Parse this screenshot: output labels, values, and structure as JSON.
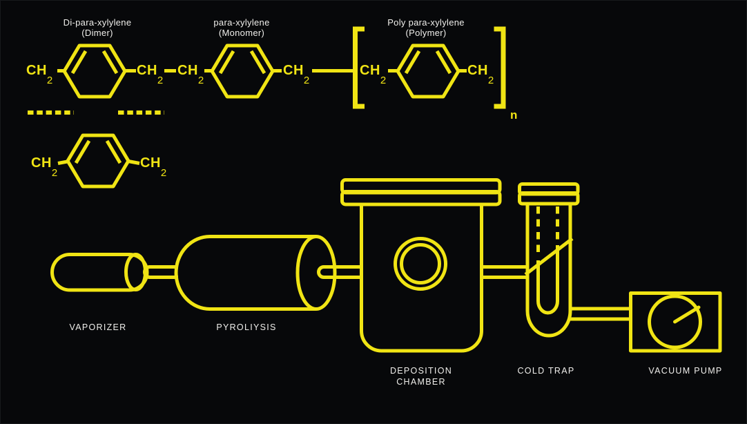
{
  "colors": {
    "bg": "#07080a",
    "accent": "#f0e414",
    "label": "#f0efec"
  },
  "molecules": {
    "formula_group": {
      "main": "CH",
      "sub": "2"
    },
    "dimer": {
      "title": "Di-para-xylylene",
      "subtitle": "(Dimer)"
    },
    "monomer": {
      "title": "para-xylylene",
      "subtitle": "(Monomer)"
    },
    "polymer": {
      "title": "Poly para-xylylene",
      "subtitle": "(Polymer)",
      "repeat_index": "n"
    }
  },
  "equipment": {
    "vaporizer": {
      "label": "VAPORIZER"
    },
    "pyrolysis": {
      "label": "PYROLIYSIS"
    },
    "deposition_chamber": {
      "label_line1": "DEPOSITION",
      "label_line2": "CHAMBER"
    },
    "cold_trap": {
      "label": "COLD TRAP"
    },
    "vacuum_pump": {
      "label": "VACUUM PUMP"
    }
  }
}
